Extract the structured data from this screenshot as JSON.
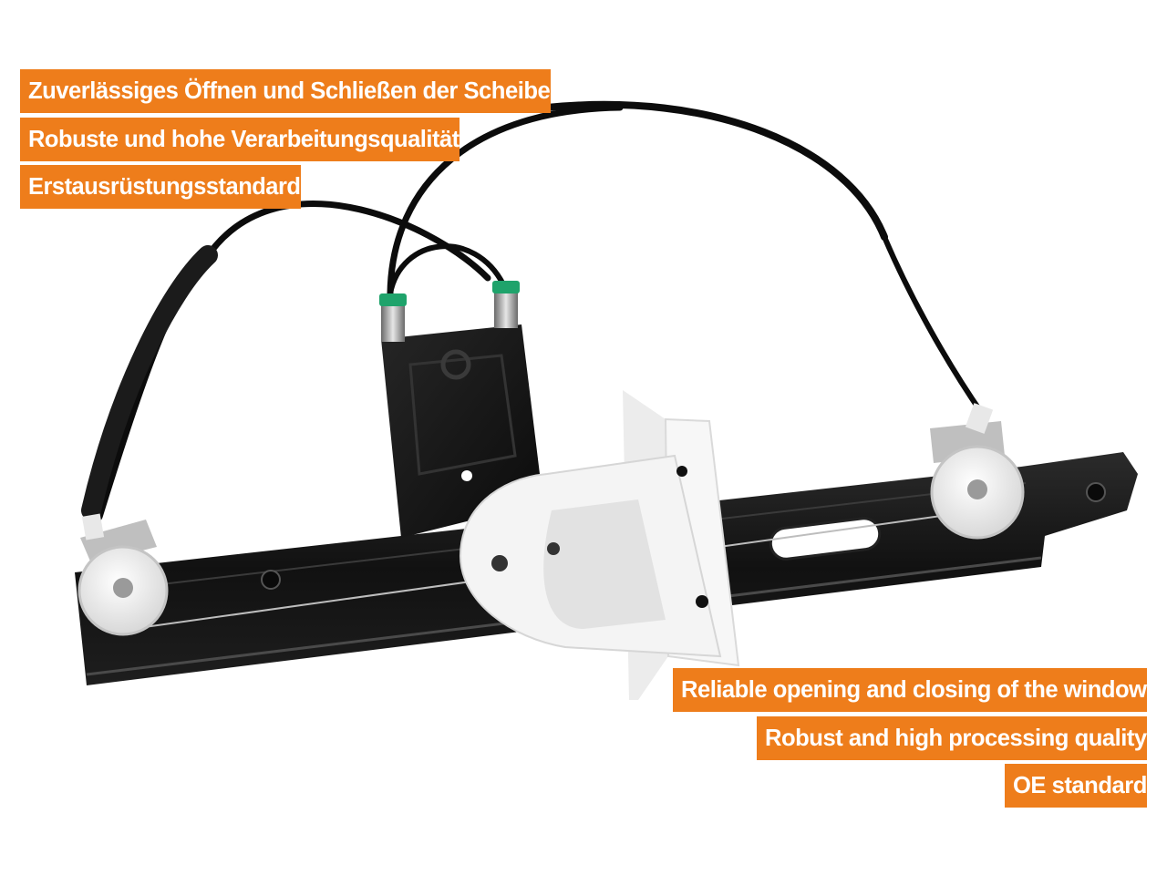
{
  "colors": {
    "label_background": "#ee7d1b",
    "label_text": "#ffffff",
    "rail": "#161616",
    "cable": "#0c0c0c",
    "plastic": "#f2f2f2",
    "collar": "#1fa36b"
  },
  "labels_german": [
    "Zuverlässiges Öffnen und Schließen der Scheibe",
    "Robuste und hohe Verarbeitungsqualität",
    "Erstausrüstungsstandard"
  ],
  "labels_english": [
    "Reliable opening and closing of the window",
    "Robust and high processing quality",
    "OE standard"
  ]
}
